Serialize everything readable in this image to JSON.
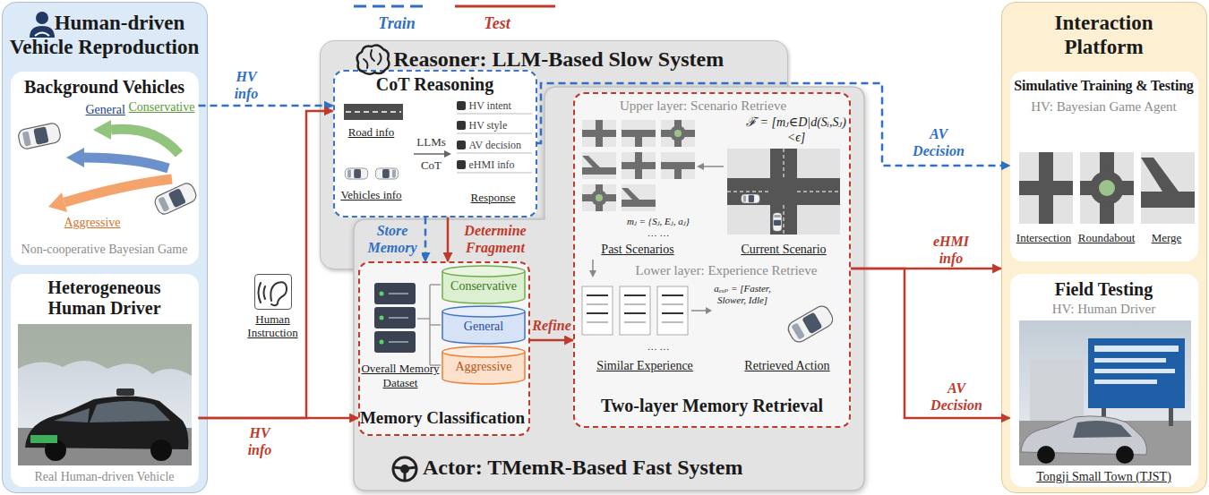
{
  "diagram": {
    "nodes": [
      {
        "text": [
          "Human-driven Vehicle Reproduction"
        ]
      },
      {
        "text": [
          "Background Vehicles",
          "General",
          "Conservative",
          "Aggressive",
          "Non-cooperative Bayesian Game"
        ],
        "in": 0
      },
      {
        "text": [
          "Heterogeneous Human Driver",
          "Real Human-driven Vehicle"
        ],
        "in": 0
      },
      {
        "text": [
          "Human Instruction"
        ]
      },
      {
        "text": [
          "Reasoner: LLM-Based Slow System"
        ]
      },
      {
        "text": [
          "CoT Reasoning",
          "Road info",
          "Vehicles info",
          "LLMs CoT",
          "Response",
          "HV intent",
          "HV style",
          "AV decision",
          "eHMI info"
        ],
        "in": 4
      },
      {
        "text": [
          "Actor: TMemR-Based Fast System"
        ]
      },
      {
        "text": [
          "Memory Classification",
          "Overall Memory Dataset",
          "Conservative",
          "General",
          "Aggressive"
        ],
        "in": 6
      },
      {
        "text": [
          "Two-layer Memory Retrieval",
          "Upper layer: Scenario Retrieve",
          "ℱ = [mⱼ∈D|d(Sᵢ,Sⱼ)<ϵ]",
          "mⱼ = {Sⱼ, Eⱼ, aⱼ}",
          "… …",
          "Past Scenarios",
          "Current Scenario",
          "Lower layer: Experience Retrieve",
          "aₑₓₚ = [Faster, Slower, Idle]",
          "… …",
          "Similar Experience",
          "Retrieved Action"
        ],
        "in": 6
      },
      {
        "text": [
          "Interaction Platform"
        ]
      },
      {
        "text": [
          "Simulative Training & Testing",
          "HV: Bayesian Game Agent",
          "Intersection",
          "Roundabout",
          "Merge"
        ],
        "in": 9
      },
      {
        "text": [
          "Field Testing",
          "HV: Human Driver",
          "Tongji Small Town (TJST)"
        ],
        "in": 9
      }
    ],
    "edges": [
      {
        "from": 1,
        "to": 5,
        "arrow": "to",
        "label": "HV info"
      },
      {
        "from": 2,
        "to": 7,
        "arrow": "to",
        "label": "HV info"
      },
      {
        "from": 2,
        "to": 5,
        "arrow": "to"
      },
      {
        "from": 5,
        "to": 7,
        "arrow": "to",
        "label": "Store Memory"
      },
      {
        "from": 5,
        "to": 7,
        "arrow": "to",
        "label": "Determine Fragment"
      },
      {
        "from": 7,
        "to": 8,
        "arrow": "to",
        "label": "Refine"
      },
      {
        "from": 5,
        "to": 10,
        "arrow": "to",
        "label": "AV Decision"
      },
      {
        "from": 8,
        "to": 9,
        "arrow": "to",
        "label": "eHMI info"
      },
      {
        "from": 8,
        "to": 11,
        "arrow": "to",
        "label": "AV Decision"
      }
    ],
    "legend": [
      {
        "text": "Train"
      },
      {
        "text": "Test"
      }
    ]
  }
}
